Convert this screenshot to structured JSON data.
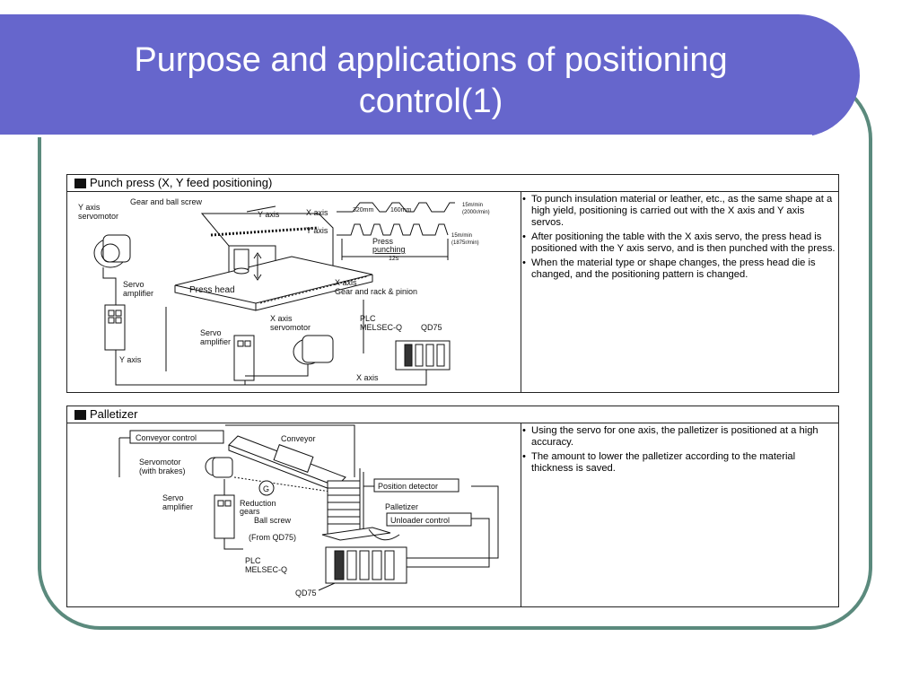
{
  "slide": {
    "title_line1": "Purpose and applications of positioning",
    "title_line2": "control(1)"
  },
  "punch_press": {
    "heading": "Punch press (X, Y feed positioning)",
    "labels": {
      "y_axis_servomotor_1": "Y axis",
      "y_axis_servomotor_2": "servomotor",
      "gear_ball_screw": "Gear and ball screw",
      "y_axis_arrow": "Y axis",
      "x_axis_graph": "X axis",
      "y_axis_graph": "Y axis",
      "mm320": "320mm",
      "mm160": "160mm",
      "speed1": "15m/min",
      "speed1b": "(2000r/min)",
      "speed2": "15m/min",
      "speed2b": "(1875r/min)",
      "press_punching_1": "Press",
      "press_punching_2": "punching",
      "time": "12s",
      "press_head": "Press head",
      "servo_amp_1": "Servo",
      "servo_amp_2": "amplifier",
      "x_axis_gear_1": "X axis",
      "x_axis_gear_2": "Gear and rack & pinion",
      "x_servo_1": "X axis",
      "x_servo_2": "servomotor",
      "plc_1": "PLC",
      "plc_2": "MELSEC-Q",
      "qd75": "QD75",
      "servo_amp2_1": "Servo",
      "servo_amp2_2": "amplifier",
      "y_axis_bottom": "Y axis",
      "x_axis_bottom": "X axis"
    },
    "bullets": [
      "To punch insulation material or leather, etc., as the same shape at a high yield, positioning is carried out with the X axis and Y axis servos.",
      "After positioning the table with the X axis servo, the press head is positioned with the Y axis servo, and is then punched with the press.",
      "When the material type or shape changes, the press head die is changed, and the positioning pattern is changed."
    ]
  },
  "palletizer": {
    "heading": "Palletizer",
    "labels": {
      "conveyor_control": "Conveyor control",
      "conveyor": "Conveyor",
      "servomotor_1": "Servomotor",
      "servomotor_2": "(with brakes)",
      "g": "G",
      "position_detector": "Position detector",
      "servo_amp_1": "Servo",
      "servo_amp_2": "amplifier",
      "reduction_1": "Reduction",
      "reduction_2": "gears",
      "palletizer": "Palletizer",
      "ball_screw": "Ball screw",
      "unloader_control": "Unloader control",
      "from_qd75": "(From QD75)",
      "plc_1": "PLC",
      "plc_2": "MELSEC-Q",
      "qd75": "QD75"
    },
    "bullets": [
      "Using the servo for one axis, the palletizer is positioned at a high accuracy.",
      "The amount to lower the palletizer according to the material thickness is saved."
    ]
  },
  "colors": {
    "title_bg": "#6666cc",
    "frame": "#5b8a7d",
    "title_text": "#ffffff"
  }
}
